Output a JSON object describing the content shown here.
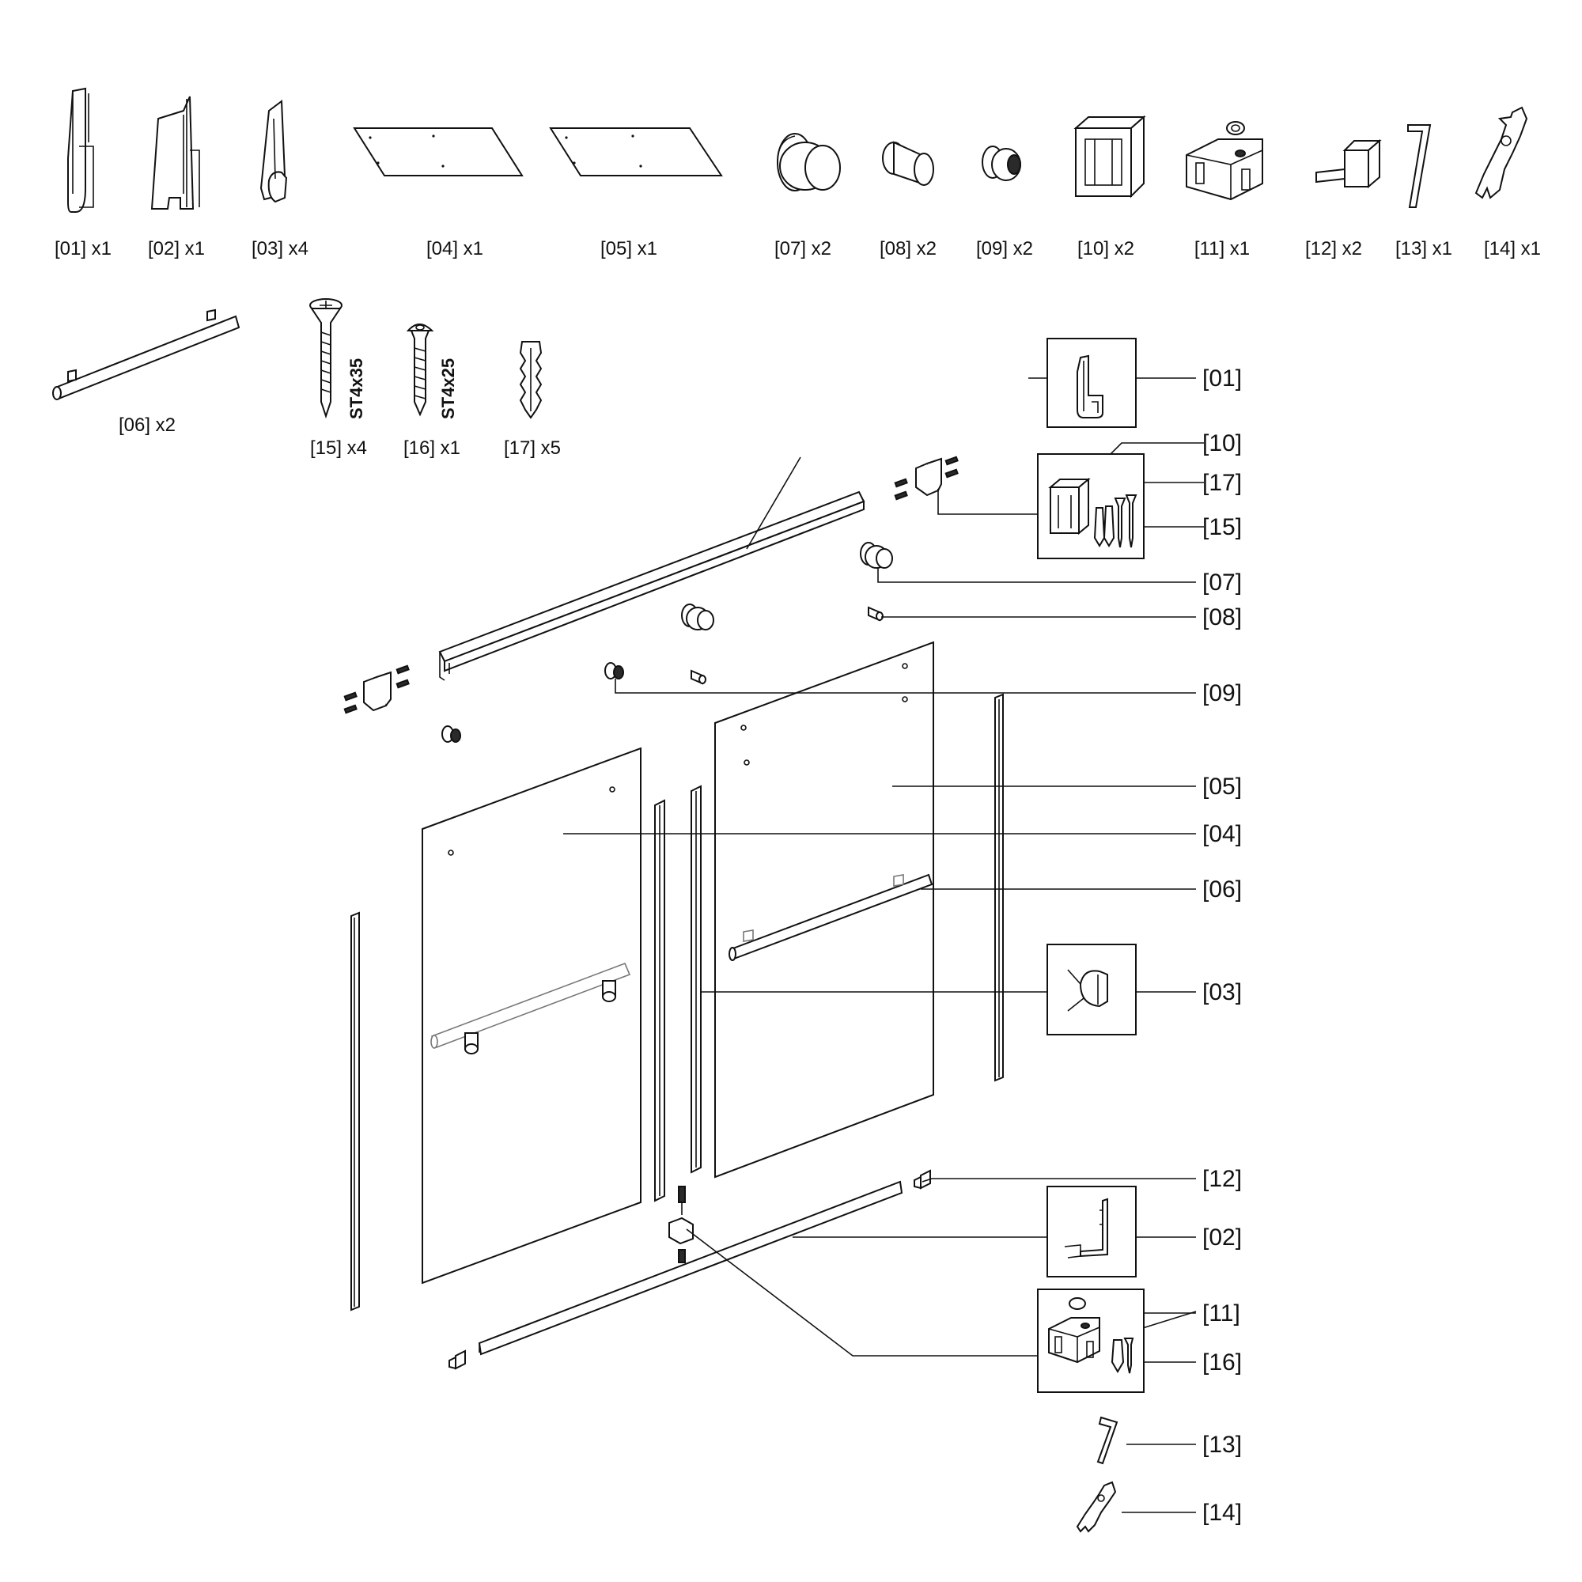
{
  "parts": [
    {
      "id": "01",
      "label": "[01] x1"
    },
    {
      "id": "02",
      "label": "[02] x1"
    },
    {
      "id": "03",
      "label": "[03] x4"
    },
    {
      "id": "04",
      "label": "[04] x1"
    },
    {
      "id": "05",
      "label": "[05] x1"
    },
    {
      "id": "07",
      "label": "[07] x2"
    },
    {
      "id": "08",
      "label": "[08] x2"
    },
    {
      "id": "09",
      "label": "[09] x2"
    },
    {
      "id": "10",
      "label": "[10] x2"
    },
    {
      "id": "11",
      "label": "[11] x1"
    },
    {
      "id": "12",
      "label": "[12] x2"
    },
    {
      "id": "13",
      "label": "[13] x1"
    },
    {
      "id": "14",
      "label": "[14] x1"
    },
    {
      "id": "06",
      "label": "[06] x2"
    },
    {
      "id": "15",
      "label": "[15] x4"
    },
    {
      "id": "16",
      "label": "[16] x1"
    },
    {
      "id": "17",
      "label": "[17] x5"
    }
  ],
  "screw_sizes": {
    "s15": "ST4x35",
    "s16": "ST4x25"
  },
  "callouts": [
    "[01]",
    "[10]",
    "[17]",
    "[15]",
    "[07]",
    "[08]",
    "[09]",
    "[05]",
    "[04]",
    "[06]",
    "[03]",
    "[12]",
    "[02]",
    "[11]",
    "[16]",
    "[13]",
    "[14]"
  ]
}
